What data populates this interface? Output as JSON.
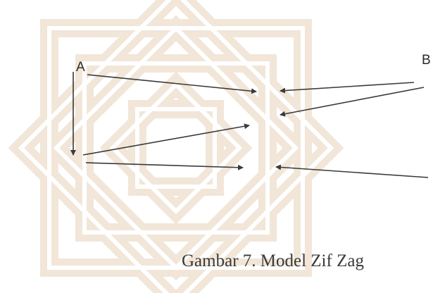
{
  "diagram": {
    "label_a": "A",
    "label_b": "B",
    "caption": "Gambar 7. Model Zif Zag"
  },
  "colors": {
    "arrow": "#3a3a3a",
    "watermark": "#f1e6d8",
    "text": "#2b2b2b"
  }
}
